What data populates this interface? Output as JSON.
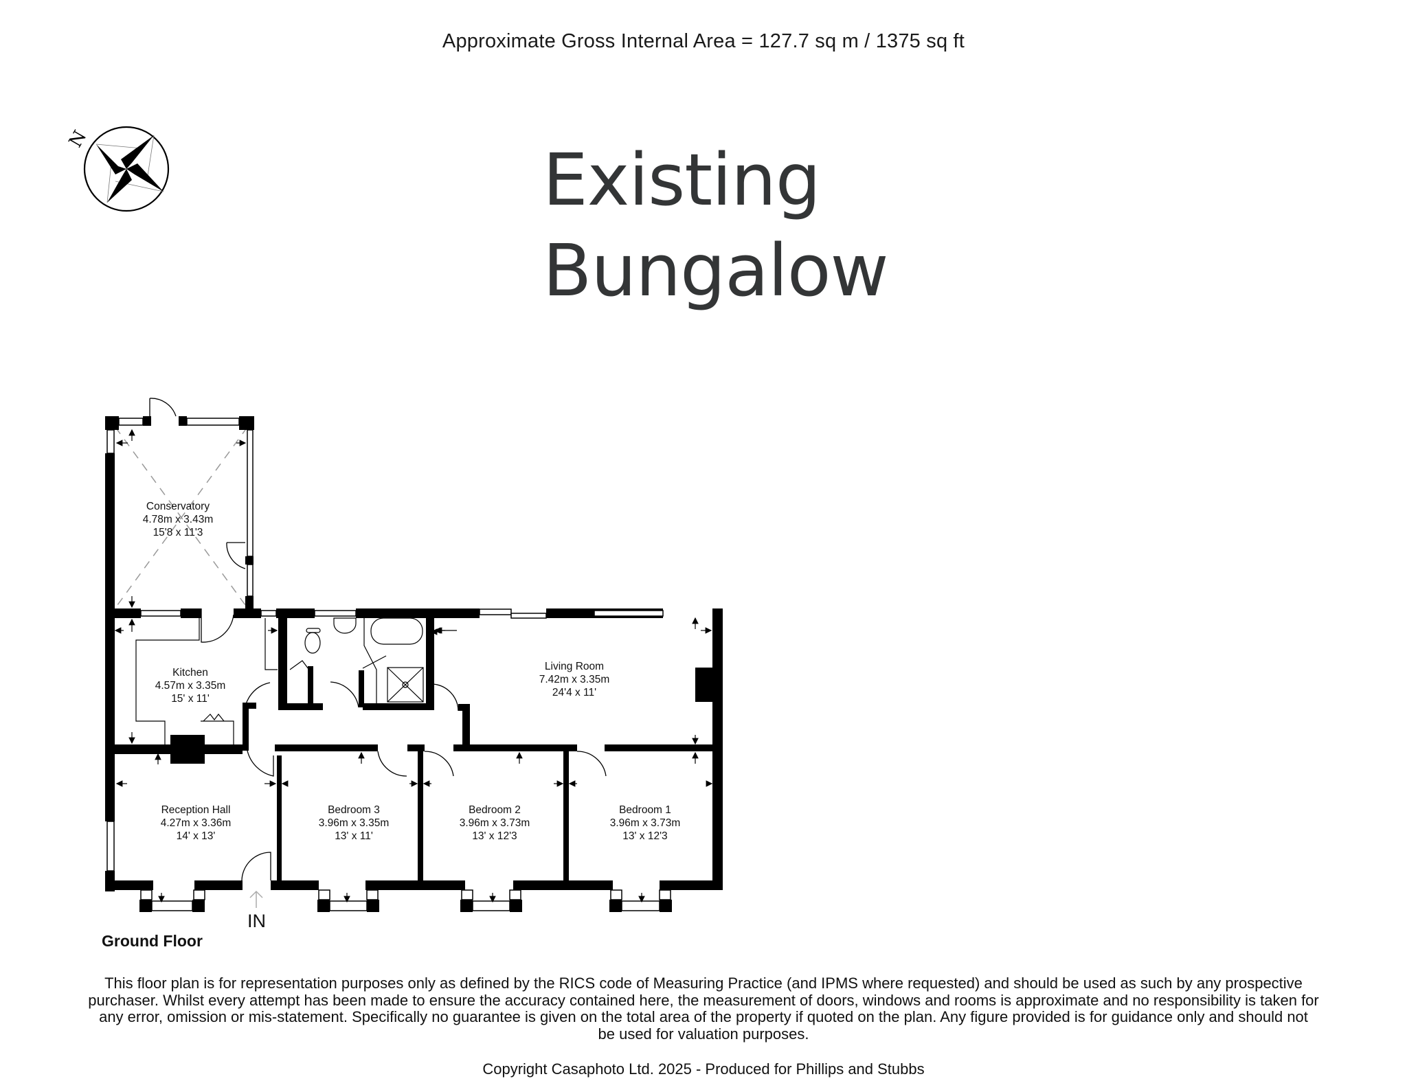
{
  "header": {
    "area_text": "Approximate Gross Internal Area = 127.7 sq m / 1375 sq ft"
  },
  "title": {
    "line1": "Existing",
    "line2": "Bungalow"
  },
  "compass": {
    "icon": "north-arrow-compass-icon",
    "label": "N"
  },
  "floor": {
    "label": "Ground Floor",
    "entrance_label": "IN"
  },
  "rooms": [
    {
      "name": "Conservatory",
      "metric": "4.78m x 3.43m",
      "imperial": "15'8 x 11'3"
    },
    {
      "name": "Kitchen",
      "metric": "4.57m x 3.35m",
      "imperial": "15' x 11'"
    },
    {
      "name": "Living Room",
      "metric": "7.42m x 3.35m",
      "imperial": "24'4 x 11'"
    },
    {
      "name": "Reception Hall",
      "metric": "4.27m x 3.36m",
      "imperial": "14' x 13'"
    },
    {
      "name": "Bedroom 3",
      "metric": "3.96m x 3.35m",
      "imperial": "13' x 11'"
    },
    {
      "name": "Bedroom 2",
      "metric": "3.96m x 3.73m",
      "imperial": "13' x 12'3"
    },
    {
      "name": "Bedroom 1",
      "metric": "3.96m x 3.73m",
      "imperial": "13' x 12'3"
    }
  ],
  "footer": {
    "disclaimer_lines": [
      "This floor plan is for representation purposes only as defined by the RICS code of Measuring Practice (and IPMS where requested) and should be used as such by any prospective",
      "purchaser. Whilst every attempt has been made to ensure the accuracy contained here, the measurement of doors, windows and rooms is approximate and no responsibility is taken for",
      "any error, omission or mis-statement. Specifically no guarantee is given on the total area of the property if quoted on the plan. Any figure provided is for guidance only and should not",
      "be used for valuation purposes."
    ],
    "copyright": "Copyright Casaphoto Ltd. 2025 - Produced for Phillips and Stubbs"
  },
  "colors": {
    "wall": "#000000",
    "title_text": "#333536",
    "background": "#ffffff"
  }
}
